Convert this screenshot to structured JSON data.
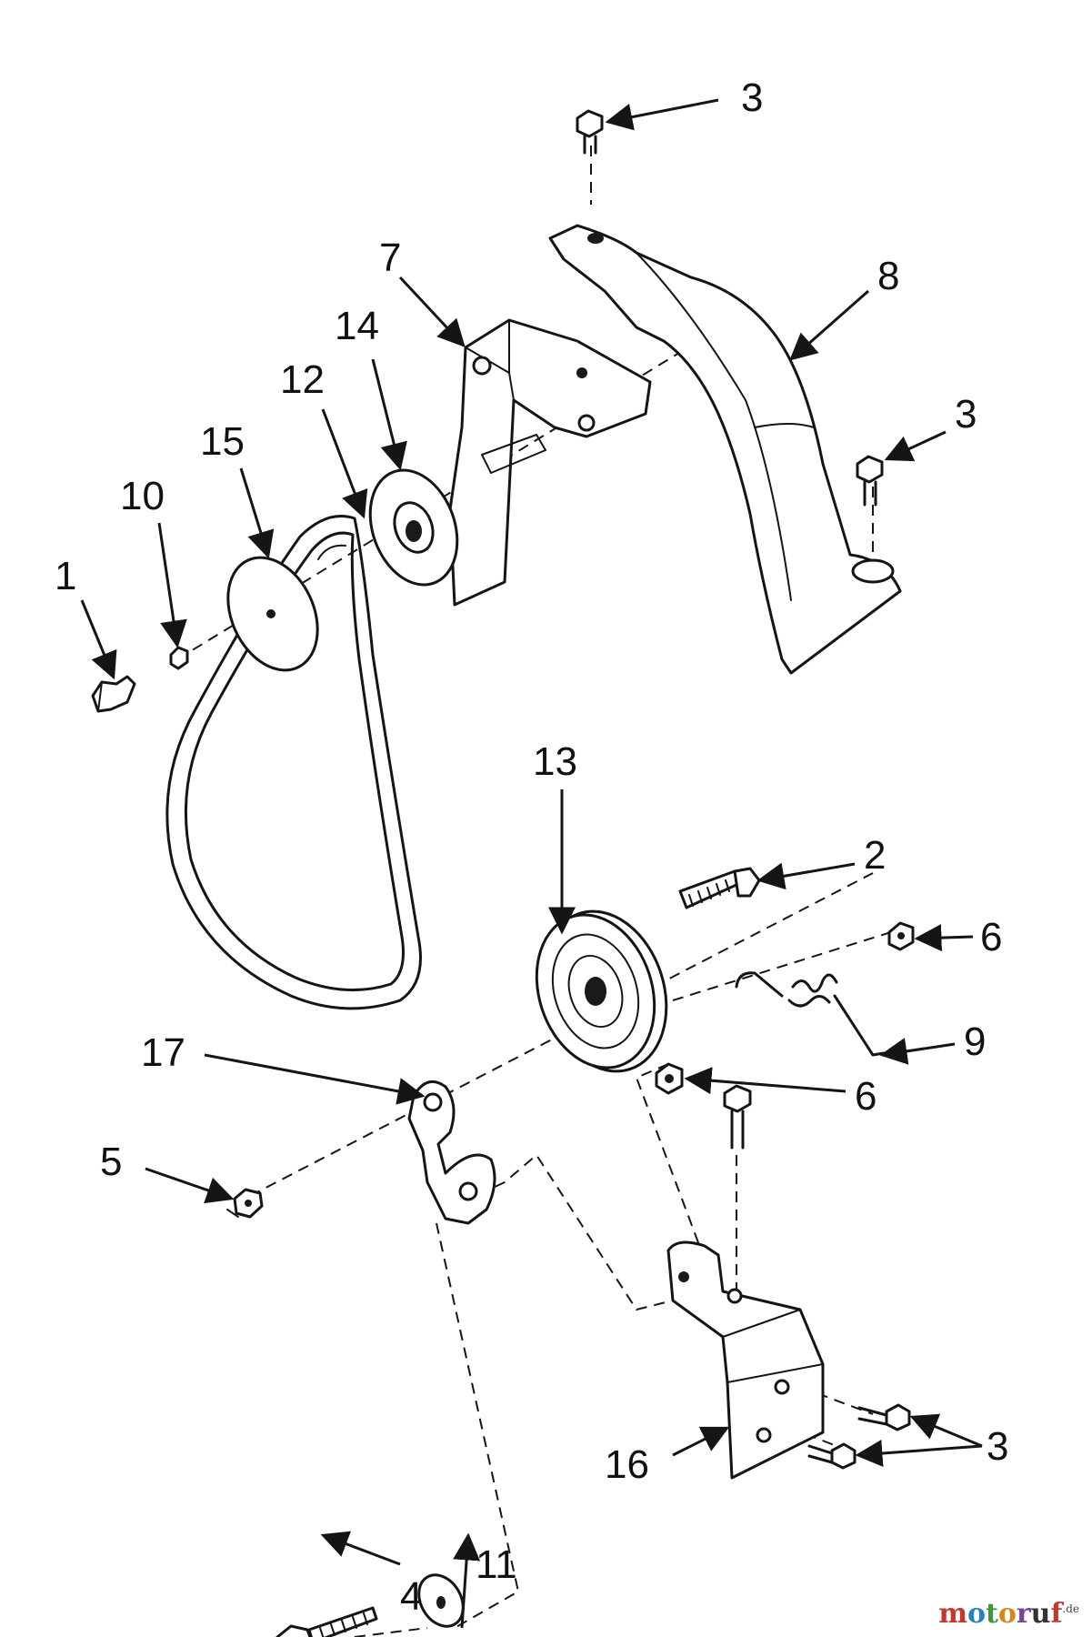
{
  "labels": {
    "p1": "1",
    "p2": "2",
    "p3a": "3",
    "p3b": "3",
    "p3c": "3",
    "p4": "4",
    "p5": "5",
    "p6a": "6",
    "p6b": "6",
    "p7": "7",
    "p8": "8",
    "p9": "9",
    "p10": "10",
    "p11": "11",
    "p12": "12",
    "p13": "13",
    "p14": "14",
    "p15": "15",
    "p16": "16",
    "p17": "17"
  },
  "watermark": {
    "brand": "motoruf",
    "tld": ".de"
  }
}
